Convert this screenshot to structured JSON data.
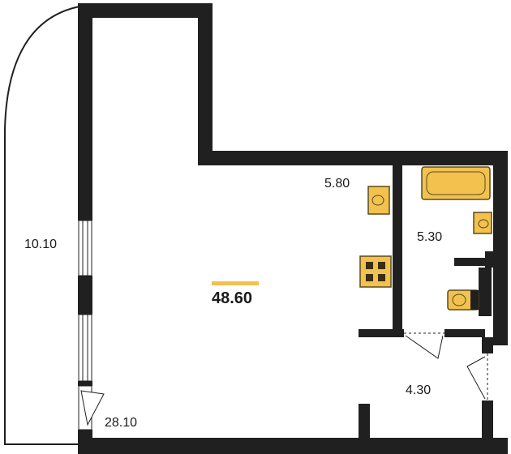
{
  "plan": {
    "total_area": "48.60",
    "rooms": [
      {
        "id": "balcony",
        "area": "10.10"
      },
      {
        "id": "kitchen",
        "area": "5.80"
      },
      {
        "id": "bathroom",
        "area": "5.30"
      },
      {
        "id": "hall",
        "area": "4.30"
      },
      {
        "id": "living",
        "area": "28.10"
      }
    ]
  },
  "colors": {
    "wall": "#202020",
    "fixture": "#f2c14e",
    "fixture_stroke": "#5a4a1f",
    "accent_bar": "#f2c14e"
  },
  "icons": [
    "bathtub-icon",
    "sink-icon",
    "stove-icon",
    "toilet-icon",
    "door-icon",
    "window-icon"
  ]
}
